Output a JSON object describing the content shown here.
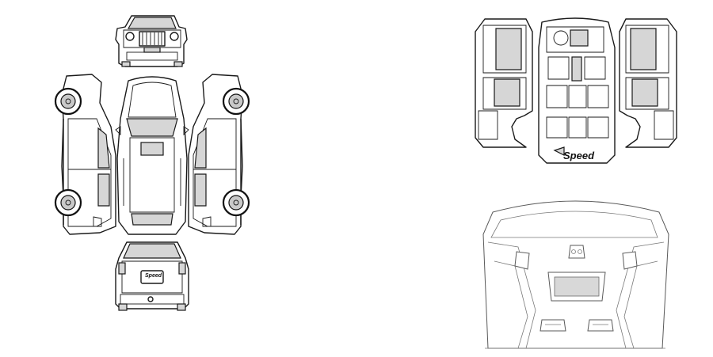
{
  "diagram": {
    "brand_interior": "Speed",
    "brand_plate": "Speed",
    "views": [
      {
        "name": "front-view"
      },
      {
        "name": "left-side-view"
      },
      {
        "name": "top-view"
      },
      {
        "name": "right-side-view"
      },
      {
        "name": "rear-view"
      },
      {
        "name": "interior-top-view"
      },
      {
        "name": "headliner-view"
      }
    ]
  }
}
